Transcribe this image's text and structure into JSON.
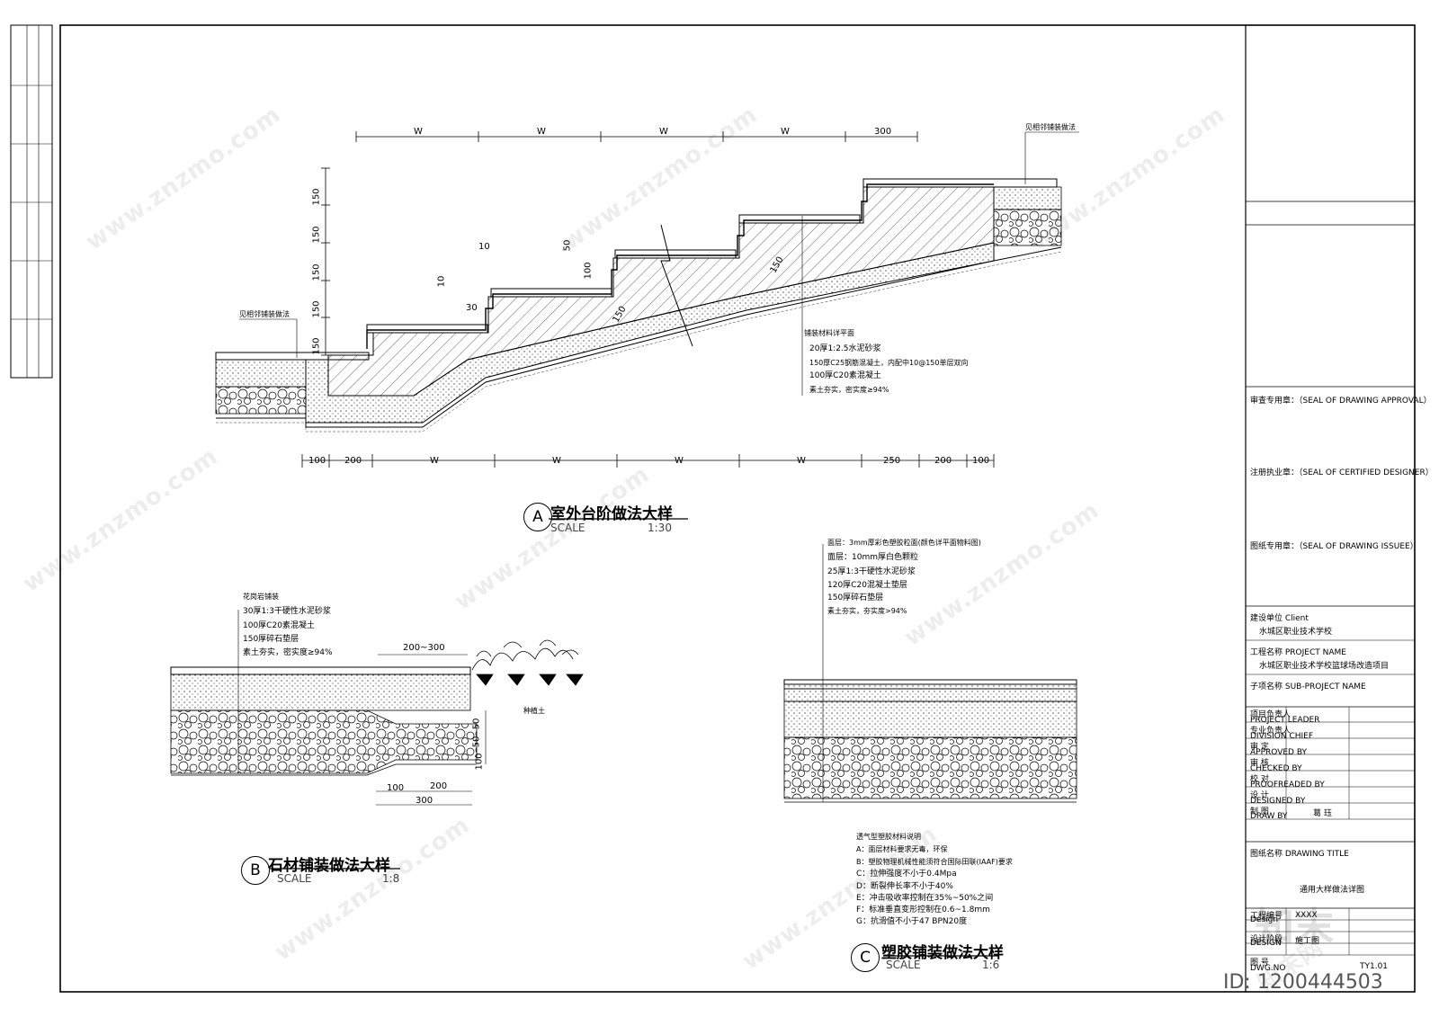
{
  "drawing_a": {
    "letter": "A",
    "title": "室外台阶做法大样",
    "scale_label": "SCALE",
    "scale_value": "1:30",
    "top_dims": [
      "W",
      "W",
      "W",
      "W",
      "300"
    ],
    "bottom_dims": [
      "100",
      "200",
      "W",
      "W",
      "W",
      "W",
      "250",
      "200",
      "100"
    ],
    "vert_dims": [
      "150",
      "150",
      "150",
      "150",
      "150"
    ],
    "small_dims": [
      "10",
      "50",
      "10",
      "100",
      "30",
      "150",
      "150"
    ],
    "note_left": "见相邻铺装做法",
    "note_right": "见相邻铺装做法",
    "layers": [
      "铺装材料详平面",
      "20厚1:2.5水泥砂浆",
      "150厚C25钢筋混凝土，内配中10@150单层双向",
      "100厚C20素混凝土",
      "素土夯实，密实度≥94%"
    ]
  },
  "drawing_b": {
    "letter": "B",
    "title": "石材铺装做法大样",
    "scale_label": "SCALE",
    "scale_value": "1:8",
    "layers": [
      "花岗岩铺装",
      "30厚1:3干硬性水泥砂浆",
      "100厚C20素混凝土",
      "150厚碎石垫层",
      "素土夯实，密实度≥94%"
    ],
    "dims_top": "200~300",
    "dims_bottom": [
      "100",
      "200",
      "300"
    ],
    "dims_side": [
      "50",
      "50",
      "100"
    ],
    "plant_label": "种植土"
  },
  "drawing_c": {
    "letter": "C",
    "title": "塑胶铺装做法大样",
    "scale_label": "SCALE",
    "scale_value": "1:6",
    "layers": [
      "面层：3mm厚彩色塑胶粒面(颜色详平面物料图)",
      "面层：10mm厚白色颗粒",
      "25厚1:3干硬性水泥砂浆",
      "120厚C20混凝土垫层",
      "150厚碎石垫层",
      "素土夯实，夯实度>94%"
    ],
    "spec_title": "透气型塑胶材料说明",
    "specs": [
      "A：面层材料要求无毒，环保",
      "B：塑胶物理机械性能须符合国际田联(IAAF)要求",
      "C：拉伸强度不小于0.4Mpa",
      "D：断裂伸长率不小于40%",
      "E：冲击吸收率控制在35%~50%之间",
      "F：标准垂直变形控制在0.6~1.8mm",
      "G：抗滑值不小于47 BPN20度"
    ]
  },
  "title_block": {
    "seal_approval": "审查专用章：（SEAL OF DRAWING APPROVAL）",
    "seal_designer": "注册执业章：（SEAL OF CERTIFIED DESIGNER）",
    "seal_issuee": "图纸专用章：（SEAL OF DRAWING ISSUEE）",
    "client_label": "建设单位  Client",
    "client_value": "水城区职业技术学校",
    "project_label": "工程名称  PROJECT NAME",
    "project_value": "水城区职业技术学校篮球场改造项目",
    "subproject_label": "子项名称  SUB-PROJECT NAME",
    "roles": [
      {
        "cn": "项目负责人",
        "en": "PROJECT LEADER"
      },
      {
        "cn": "专业负责人",
        "en": "DIVISION CHIEF"
      },
      {
        "cn": "审    定",
        "en": "APPROVED BY"
      },
      {
        "cn": "审    核",
        "en": "CHECKED BY"
      },
      {
        "cn": "校    对",
        "en": "PROOFREADED BY"
      },
      {
        "cn": "设    计",
        "en": "DESIGNED BY"
      },
      {
        "cn": "制    图",
        "en": "DRAW BY"
      }
    ],
    "drawn_by_name": "葛 珏",
    "drawing_title_label": "图纸名称 DRAWING TITLE",
    "drawing_title_value": "通用大样做法详图",
    "design_no_label": "工程编号",
    "design_no_en": "Design",
    "design_no_value": "XXXX",
    "stage_label": "设计阶段",
    "stage_en": "DESIGN",
    "stage_value": "施工图",
    "dwg_no_label": "图    号",
    "dwg_no_en": "DWG.NO",
    "dwg_no_value": "TY1.01"
  },
  "watermark": {
    "site": "www.znzmo.com",
    "brand": "知末网",
    "logo": "知末",
    "id_label": "ID: 1200444503"
  }
}
